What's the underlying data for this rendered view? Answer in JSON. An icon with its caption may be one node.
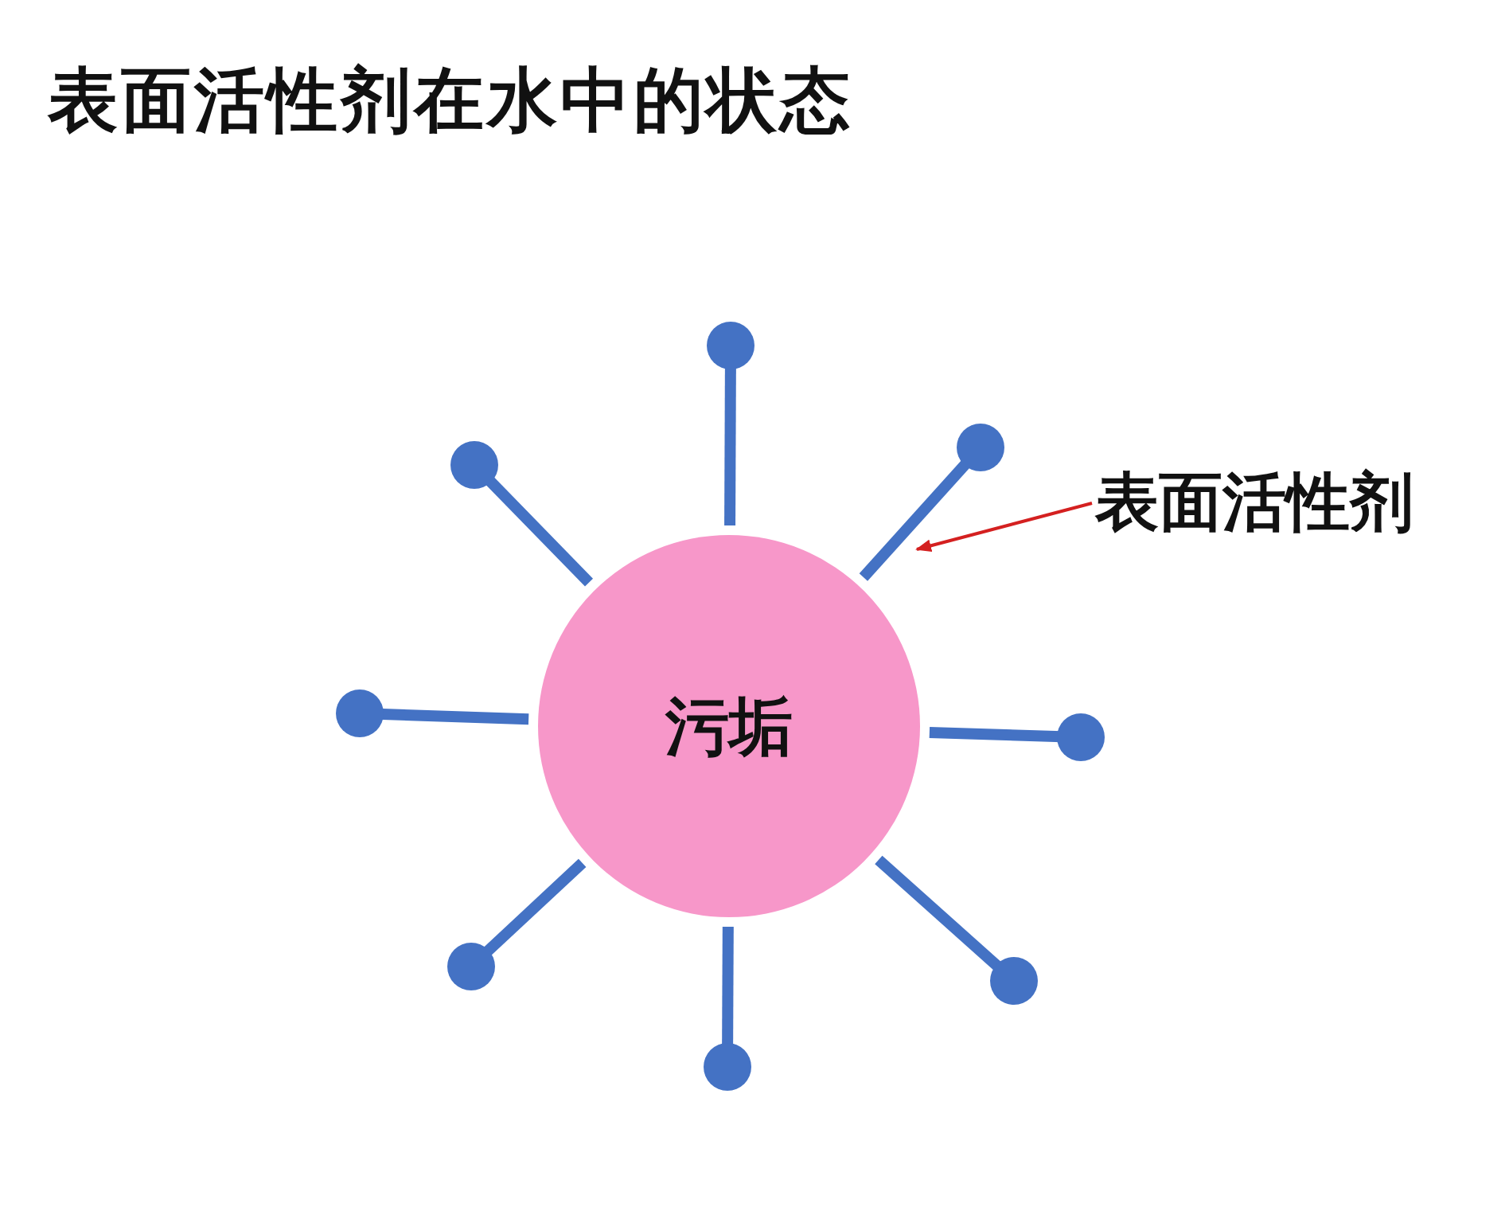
{
  "diagram": {
    "title": "表面活性剂在水中的状态",
    "nodes": [
      {
        "text": [
          "污垢"
        ]
      },
      {
        "text": [
          "表面活性剂"
        ]
      },
      {
        "text": [],
        "shape": "picture"
      }
    ],
    "edges": [
      {
        "from": 1,
        "to": 2,
        "arrow": "to",
        "color": "#d42020"
      }
    ]
  }
}
